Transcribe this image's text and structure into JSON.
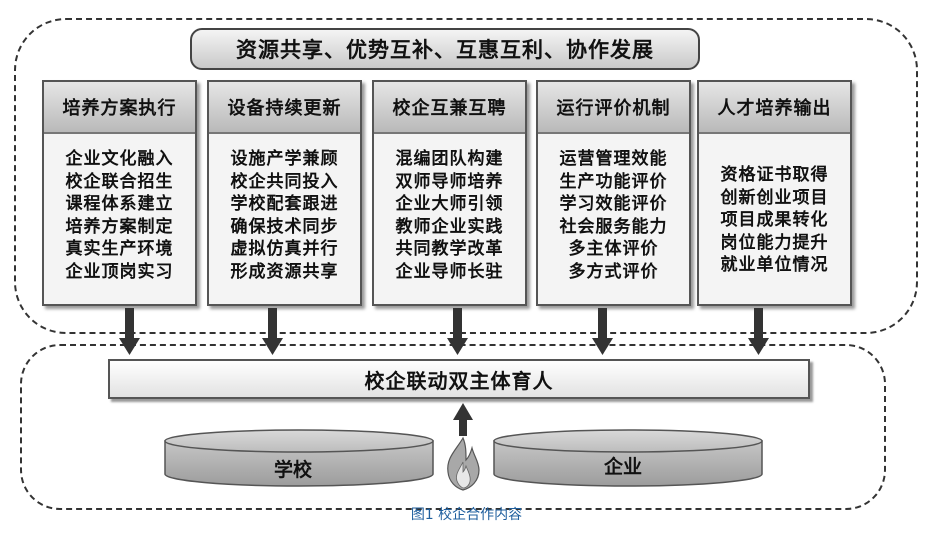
{
  "banner": "资源共享、优势互补、互惠互利、协作发展",
  "columns": [
    {
      "title": "培养方案执行",
      "items": [
        "企业文化融入",
        "校企联合招生",
        "课程体系建立",
        "培养方案制定",
        "真实生产环境",
        "企业顶岗实习"
      ]
    },
    {
      "title": "设备持续更新",
      "items": [
        "设施产学兼顾",
        "校企共同投入",
        "学校配套跟进",
        "确保技术同步",
        "虚拟仿真并行",
        "形成资源共享"
      ]
    },
    {
      "title": "校企互兼互聘",
      "items": [
        "混编团队构建",
        "双师导师培养",
        "企业大师引领",
        "教师企业实践",
        "共同教学改革",
        "企业导师长驻"
      ]
    },
    {
      "title": "运行评价机制",
      "items": [
        "运营管理效能",
        "生产功能评价",
        "学习效能评价",
        "社会服务能力",
        "多主体评价",
        "多方式评价"
      ]
    },
    {
      "title": "人才培养输出",
      "items": [
        "资格证书取得",
        "创新创业项目",
        "项目成果转化",
        "岗位能力提升",
        "就业单位情况"
      ]
    }
  ],
  "main_bar": "校企联动双主体育人",
  "school_label": "学校",
  "enterprise_label": "企业",
  "caption": "图1 校企合作内容",
  "colors": {
    "border": "#333333",
    "panel_fill": "#f4f4f4",
    "header_fill": "#c4c4c4",
    "cylinder_fill": "#b3b3b3",
    "caption": "#1f5f9e"
  }
}
